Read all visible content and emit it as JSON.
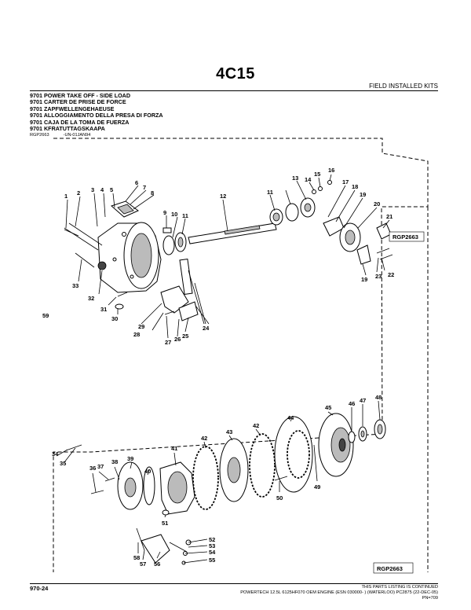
{
  "page": {
    "code": "4C15",
    "section": "FIELD INSTALLED KITS",
    "titles": [
      "9701 POWER TAKE OFF - SIDE LOAD",
      "9701 CARTER DE PRISE DE FORCE",
      "9701 ZAPFWELLENGEHAEUSE",
      "9701 ALLOGGIAMENTO DELLA PRESA DI FORZA",
      "9701 CAJA DE LA TOMA DE FUERZA",
      "9701 KFRATUTTAGSKAAPA"
    ],
    "ref_codes": [
      "RGP2663",
      "-UN-01JAN94"
    ]
  },
  "diagram": {
    "image_id": "RGP2663",
    "callouts": [
      "1",
      "2",
      "3",
      "4",
      "5",
      "6",
      "7",
      "8",
      "9",
      "10",
      "11",
      "11",
      "12",
      "13",
      "14",
      "15",
      "16",
      "17",
      "18",
      "19",
      "19",
      "20",
      "21",
      "22",
      "23",
      "24",
      "25",
      "26",
      "27",
      "28",
      "29",
      "30",
      "31",
      "32",
      "33",
      "34",
      "35",
      "36",
      "37",
      "38",
      "39",
      "40",
      "41",
      "42",
      "42",
      "43",
      "44",
      "45",
      "46",
      "47",
      "48",
      "49",
      "50",
      "51",
      "52",
      "53",
      "54",
      "55",
      "56",
      "57",
      "58",
      "59"
    ]
  },
  "footer": {
    "page_ref": "970-24",
    "continued": "THIS PARTS LISTING IS CONTINUED",
    "engine": "POWERTECH 12.5L 6125HF070 OEM ENGINE (ESN 030000-  ) (WATERLOO)  PC2875    (22-DEC-05)",
    "code": "PN=709"
  }
}
